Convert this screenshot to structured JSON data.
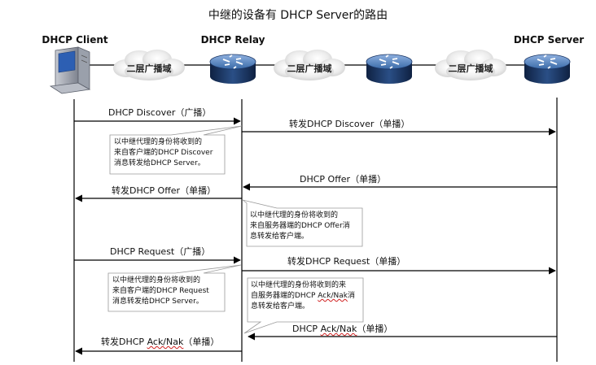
{
  "title": "中继的设备有 DHCP Server的路由",
  "nodes": {
    "client": "DHCP Client",
    "relay": "DHCP Relay",
    "server": "DHCP Server"
  },
  "clouds": [
    "二层广播域",
    "二层广播域",
    "二层广播域"
  ],
  "icons": {
    "client": "pc-icon",
    "relay": "router-icon",
    "middle": "router-icon",
    "server": "router-icon",
    "cloud": "cloud-icon"
  },
  "colors": {
    "router_dark": "#12274a",
    "router_mid": "#2f5a97",
    "router_light": "#7fa2d3",
    "cloud": "#e9e9e9",
    "line": "#000000",
    "spellcheck": "#d02020"
  },
  "messages": {
    "m1": "DHCP Discover（广播）",
    "m2": "转发DHCP Discover（单播）",
    "m3": "DHCP Offer（单播）",
    "m4": "转发DHCP Offer（单播）",
    "m5": "DHCP Request（广播）",
    "m6": "转发DHCP Request（单播）",
    "m7_pre": "DHCP ",
    "m7_word": "Ack/Nak",
    "m7_post": "（单播）",
    "m8_pre": "转发DHCP ",
    "m8_word": "Ack/Nak",
    "m8_post": "（单播）"
  },
  "notes": {
    "n1": [
      "以中继代理的身份将收到的",
      "来自客户端的DHCP Discover",
      "消息转发给DHCP Server。"
    ],
    "n2": [
      "以中继代理的身份将收到的",
      "来自服务器端的DHCP Offer消",
      "息转发给客户端。"
    ],
    "n3": [
      "以中继代理的身份将收到的",
      "来自客户端的DHCP Request",
      "消息转发给DHCP Server。"
    ],
    "n4_l1": "以中继代理的身份将收到的来",
    "n4_l2_pre": "自服务器端的DHCP ",
    "n4_l2_word": "Ack/Nak",
    "n4_l2_post": "消",
    "n4_l3": "息转发给客户端。"
  }
}
